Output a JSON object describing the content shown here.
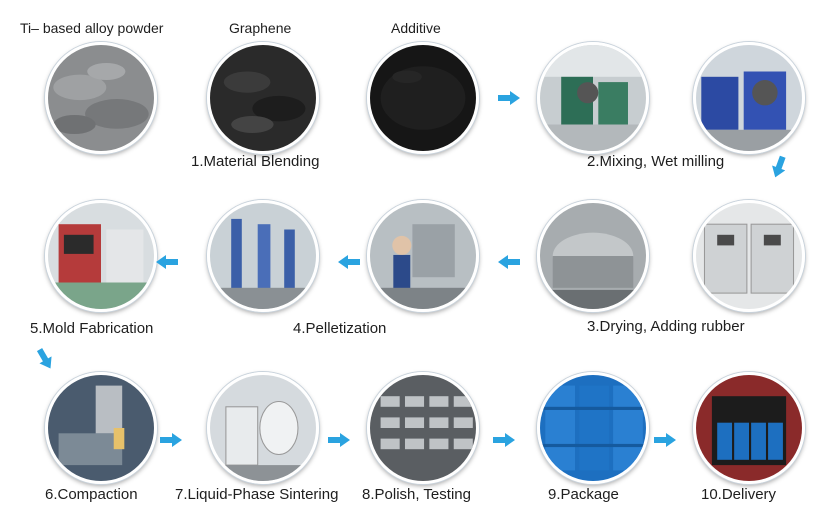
{
  "materials": {
    "ti_powder": "Ti– based alloy powder",
    "graphene": "Graphene",
    "additive": "Additive"
  },
  "steps": [
    "1.Material Blending",
    "2.Mixing, Wet milling",
    "3.Drying, Adding rubber",
    "4.Pelletization",
    "5.Mold Fabrication",
    "6.Compaction",
    "7.Liquid-Phase Sintering",
    "8.Polish, Testing",
    "9.Package",
    "10.Delivery"
  ],
  "colors": {
    "arrow": "#2aa3e0",
    "package_blue": "#1d6fc0"
  }
}
